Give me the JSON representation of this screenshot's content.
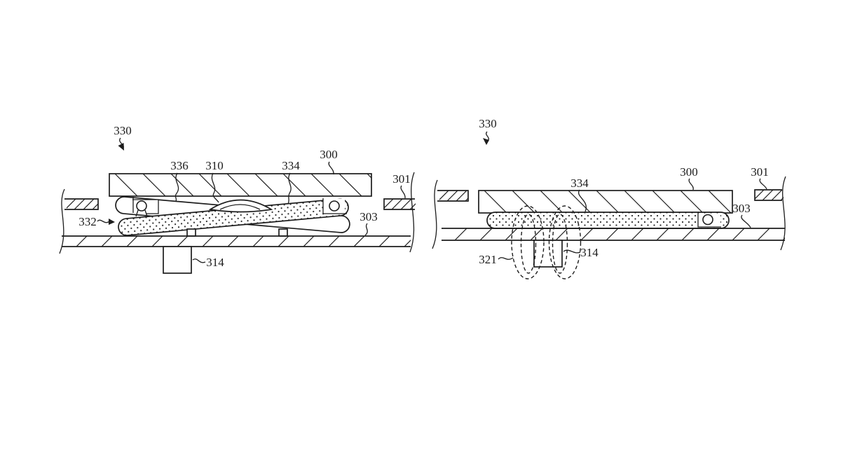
{
  "page": {
    "background": "#ffffff",
    "ink": "#1d1d1d",
    "stipple": "#2a2a2a"
  },
  "figures": {
    "left": {
      "labels": {
        "assembly": "330",
        "clip": "336",
        "dome": "310",
        "spring_bar": "334",
        "keycap": "300",
        "frame": "301",
        "scissor": "332",
        "base": "303",
        "stem": "314"
      }
    },
    "right": {
      "labels": {
        "assembly": "330",
        "spring_bar": "334",
        "keycap": "300",
        "frame": "301",
        "base": "303",
        "field_lines": "321",
        "stem": "314"
      }
    }
  }
}
